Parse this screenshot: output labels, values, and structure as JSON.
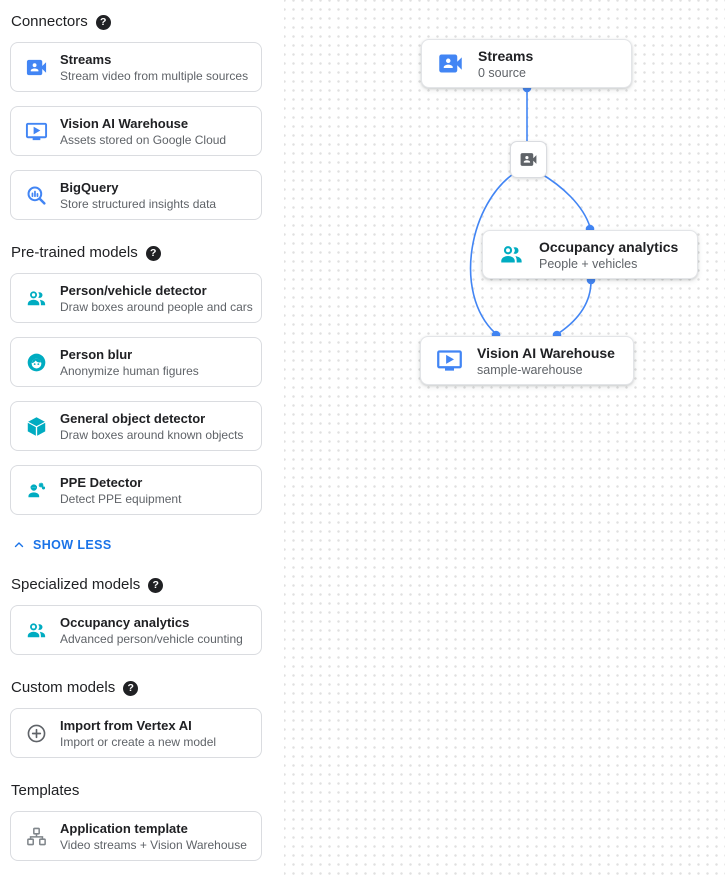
{
  "colors": {
    "icon_blue": "#4285f4",
    "icon_teal": "#00acc1",
    "icon_gray": "#5f6368",
    "link_blue": "#1a73e8",
    "connector_blue": "#4285f4",
    "card_border": "#dadce0"
  },
  "ui": {
    "help_glyph": "?"
  },
  "sidebar": {
    "sections": [
      {
        "heading": "Connectors",
        "items": [
          {
            "icon": "video-camera-icon",
            "title": "Streams",
            "subtitle": "Stream video from multiple sources"
          },
          {
            "icon": "monitor-play-icon",
            "title": "Vision AI Warehouse",
            "subtitle": "Assets stored on Google Cloud"
          },
          {
            "icon": "bigquery-icon",
            "title": "BigQuery",
            "subtitle": "Store structured insights data"
          }
        ]
      },
      {
        "heading": "Pre-trained models",
        "collapse_label": "SHOW LESS",
        "items": [
          {
            "icon": "people-icon",
            "title": "Person/vehicle detector",
            "subtitle": "Draw boxes around people and cars"
          },
          {
            "icon": "face-icon",
            "title": "Person blur",
            "subtitle": "Anonymize human figures"
          },
          {
            "icon": "cube-icon",
            "title": "General object detector",
            "subtitle": "Draw boxes around known objects"
          },
          {
            "icon": "ppe-icon",
            "title": "PPE Detector",
            "subtitle": "Detect PPE equipment"
          }
        ]
      },
      {
        "heading": "Specialized models",
        "items": [
          {
            "icon": "people-icon",
            "title": "Occupancy analytics",
            "subtitle": "Advanced person/vehicle counting"
          }
        ]
      },
      {
        "heading": "Custom models",
        "items": [
          {
            "icon": "plus-circle-icon",
            "title": "Import from Vertex AI",
            "subtitle": "Import or create a new model"
          }
        ]
      },
      {
        "heading": "Templates",
        "items": [
          {
            "icon": "tree-icon",
            "title": "Application template",
            "subtitle": "Video streams + Vision Warehouse"
          }
        ]
      }
    ]
  },
  "canvas": {
    "nodes": [
      {
        "icon": "video-camera-icon",
        "title": "Streams",
        "subtitle": "0 source"
      },
      {
        "icon": "people-icon",
        "title": "Occupancy analytics",
        "subtitle": "People + vehicles"
      },
      {
        "icon": "monitor-play-icon",
        "title": "Vision AI Warehouse",
        "subtitle": "sample-warehouse"
      }
    ]
  }
}
